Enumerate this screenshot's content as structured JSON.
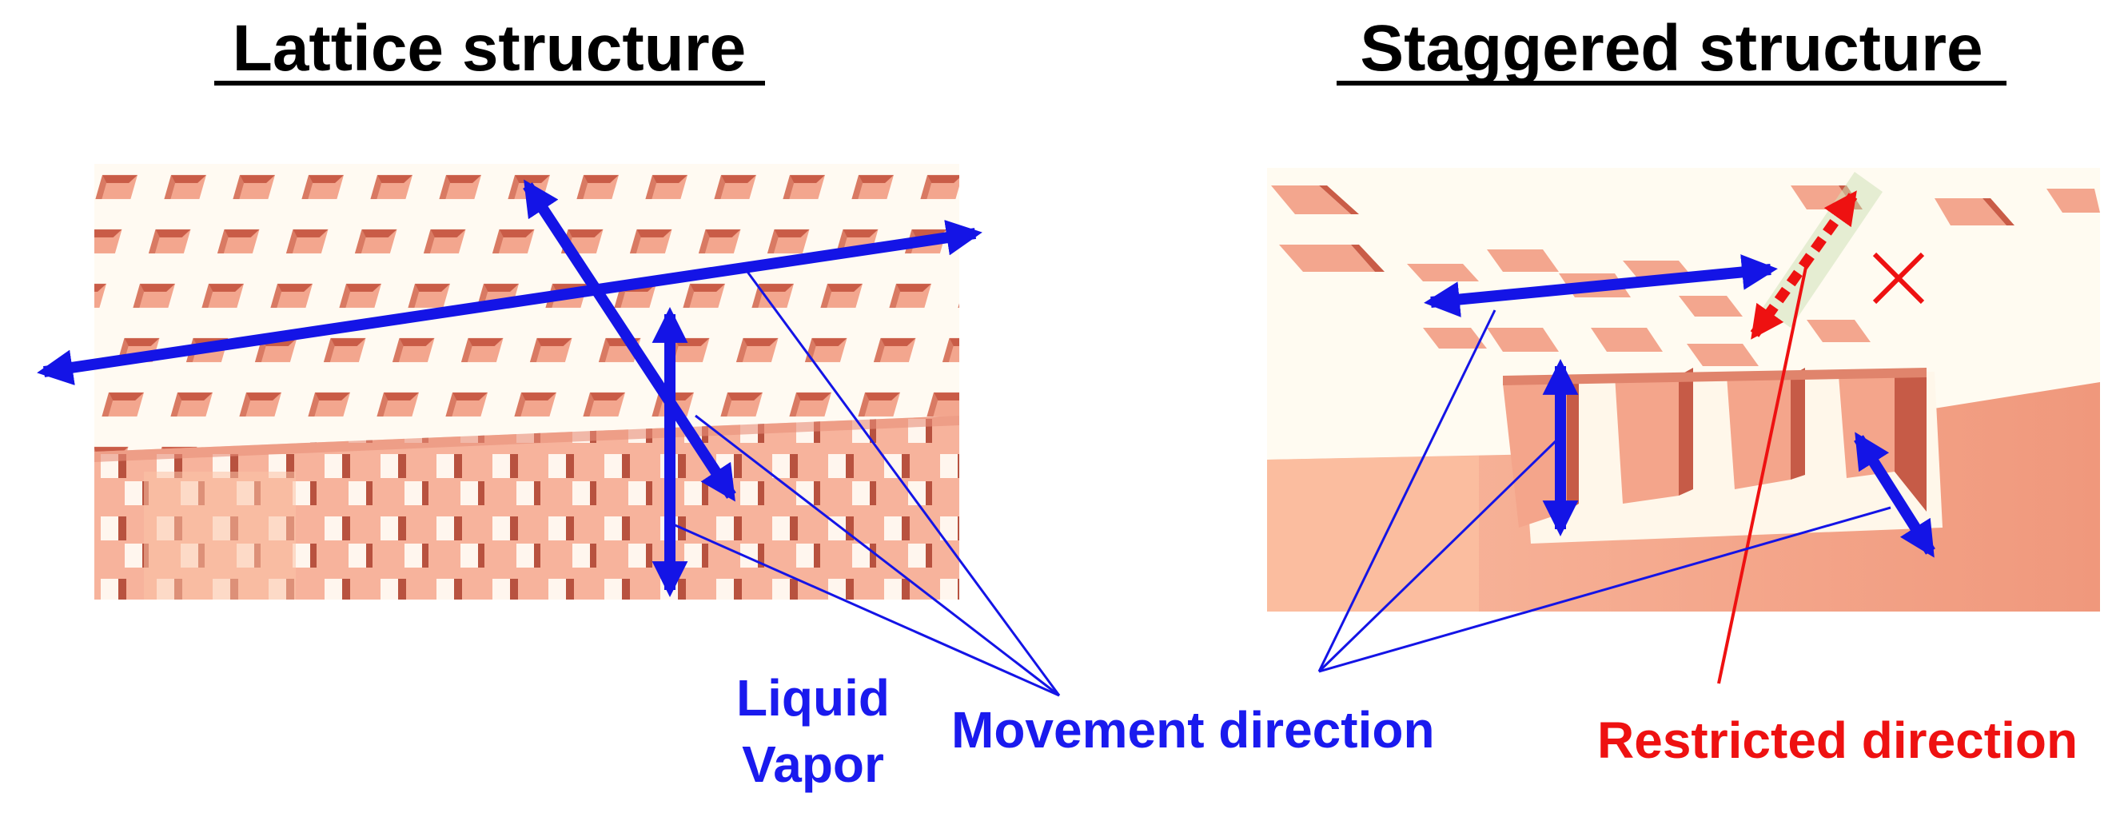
{
  "titles": {
    "left": "Lattice structure",
    "right": "Staggered structure"
  },
  "labels": {
    "liquid": "Liquid",
    "vapor": "Vapor",
    "movement": "Movement direction",
    "restricted": "Restricted direction"
  },
  "colors": {
    "movement_arrow": "#1414e6",
    "restricted_arrow": "#ee1111",
    "pattern_face": "#f2a58c",
    "pattern_dark": "#c85a45",
    "top_surface": "#fffaf0"
  }
}
